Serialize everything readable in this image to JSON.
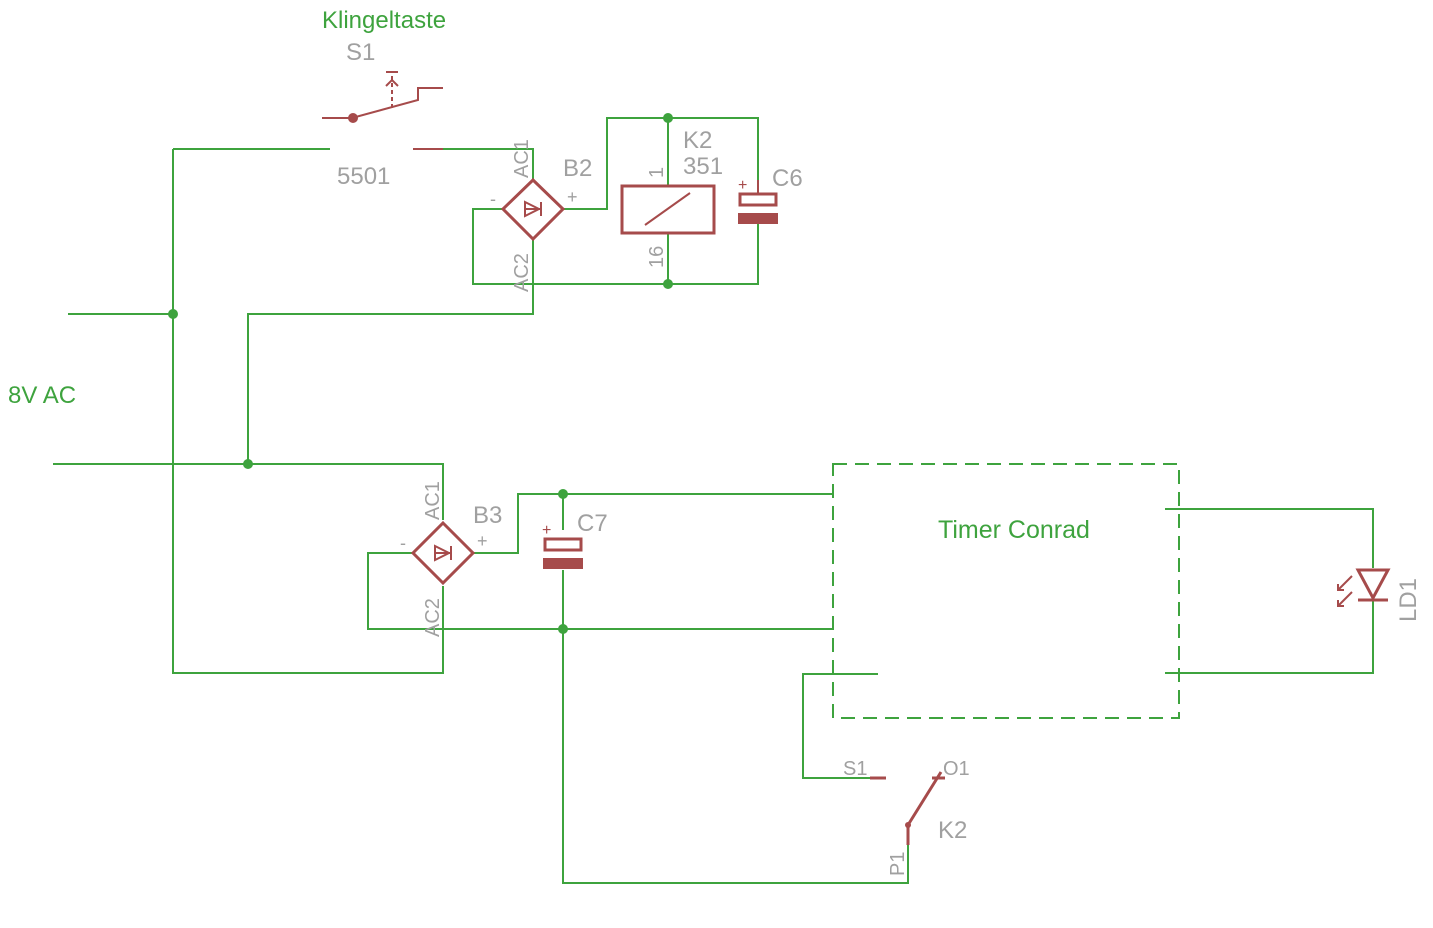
{
  "labels": {
    "supply": "8V AC",
    "bell_button_title": "Klingeltaste",
    "s1_name": "S1",
    "s1_value": "5501",
    "b2_name": "B2",
    "b2_ac1": "AC1",
    "b2_ac2": "AC2",
    "b2_plus": "+",
    "b2_minus": "-",
    "k2_name": "K2",
    "k2_value": "351",
    "k2_pin1": "1",
    "k2_pin16": "16",
    "c6_name": "C6",
    "c6_plus": "+",
    "b3_name": "B3",
    "b3_ac1": "AC1",
    "b3_ac2": "AC2",
    "b3_plus": "+",
    "b3_minus": "-",
    "c7_name": "C7",
    "c7_plus": "+",
    "timer": "Timer Conrad",
    "ld1_name": "LD1",
    "contact_s1": "S1",
    "contact_o1": "O1",
    "contact_p1": "P1",
    "contact_k2": "K2"
  },
  "colors": {
    "wire": "#3ea33e",
    "component": "#a64b4b",
    "name_text": "#a0a0a0"
  }
}
